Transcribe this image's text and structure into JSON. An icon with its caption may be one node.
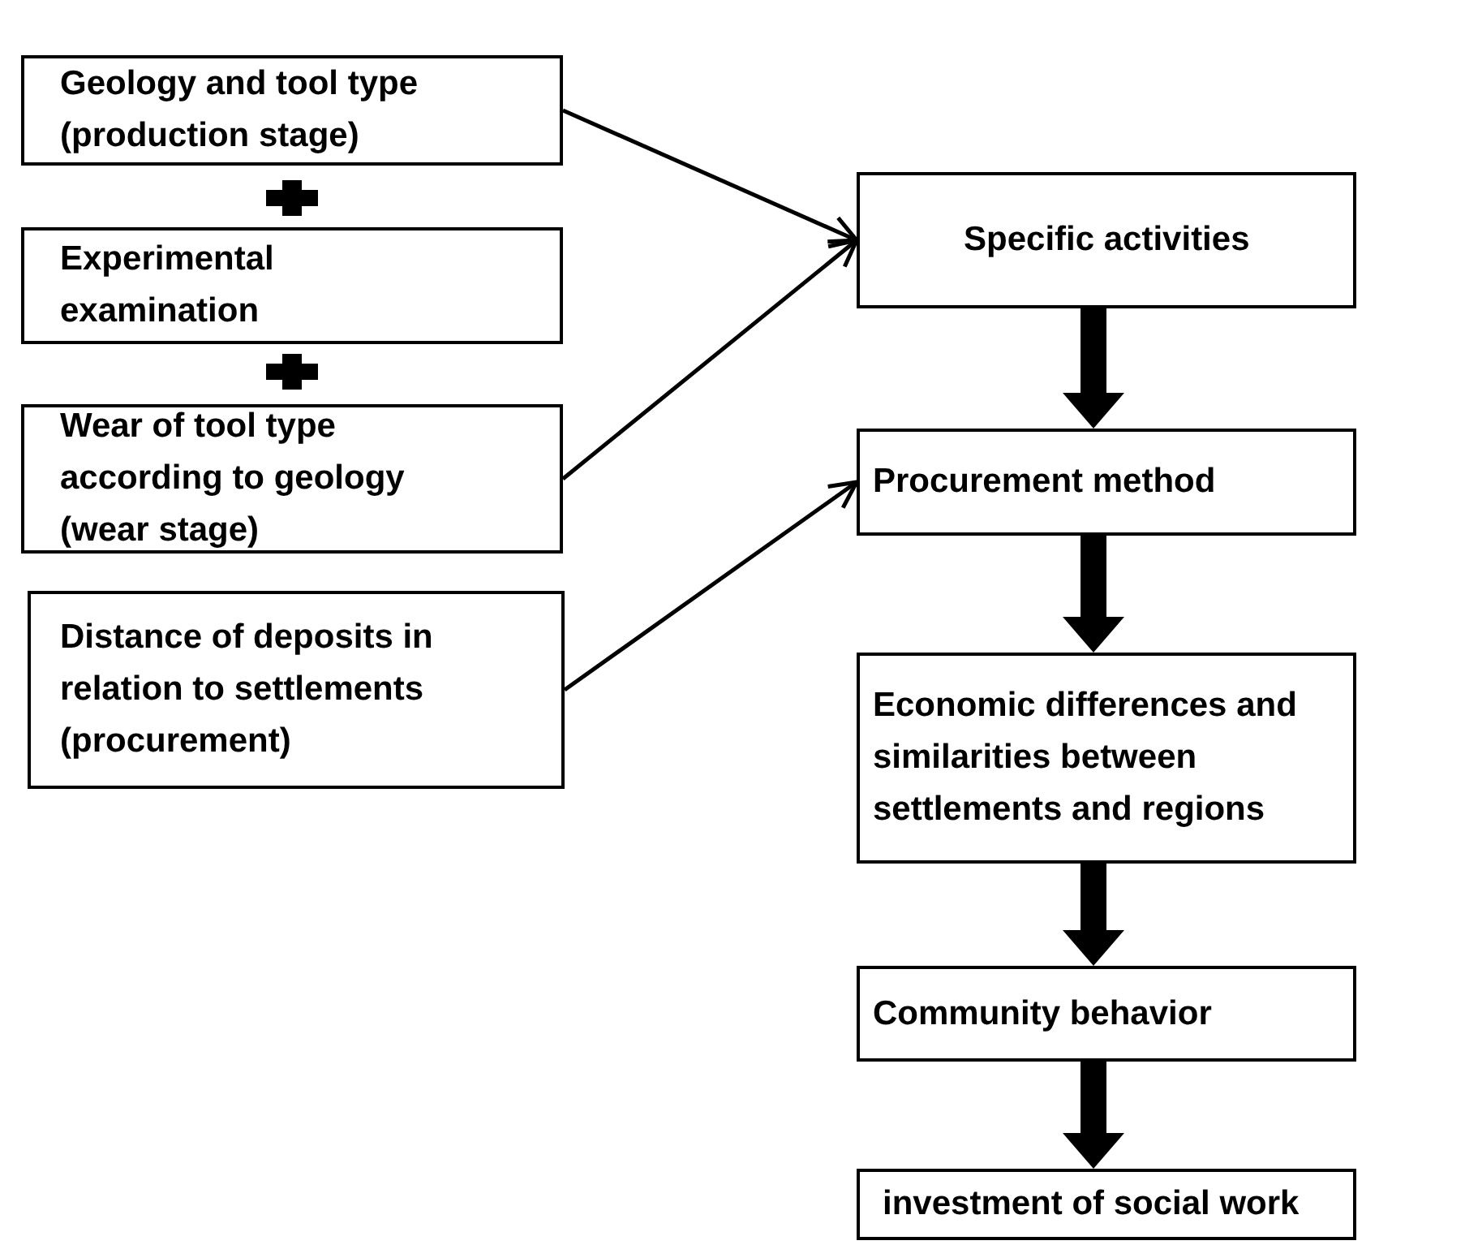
{
  "diagram": {
    "nodes": [
      {
        "text": [
          "Geology and tool type (production stage)"
        ]
      },
      {
        "text": [
          "Experimental examination"
        ]
      },
      {
        "text": [
          "Wear of tool type according to geology (wear stage)"
        ]
      },
      {
        "text": [
          "Distance of deposits in relation to settlements (procurement)"
        ]
      },
      {
        "text": [
          "Specific activities"
        ]
      },
      {
        "text": [
          "Procurement method"
        ]
      },
      {
        "text": [
          "Economic differences and similarities between settlements and regions"
        ]
      },
      {
        "text": [
          "Community behavior"
        ]
      },
      {
        "text": [
          "investment of social work"
        ]
      }
    ],
    "edges": [
      {
        "from": 0,
        "to": 4,
        "arrow": "to"
      },
      {
        "from": 2,
        "to": 4,
        "arrow": "to"
      },
      {
        "from": 3,
        "to": 5,
        "arrow": "to"
      },
      {
        "from": 4,
        "to": 5,
        "arrow": "to",
        "style": "thick"
      },
      {
        "from": 5,
        "to": 6,
        "arrow": "to",
        "style": "thick"
      },
      {
        "from": 6,
        "to": 7,
        "arrow": "to",
        "style": "thick"
      },
      {
        "from": 7,
        "to": 8,
        "arrow": "to",
        "style": "thick"
      }
    ]
  }
}
